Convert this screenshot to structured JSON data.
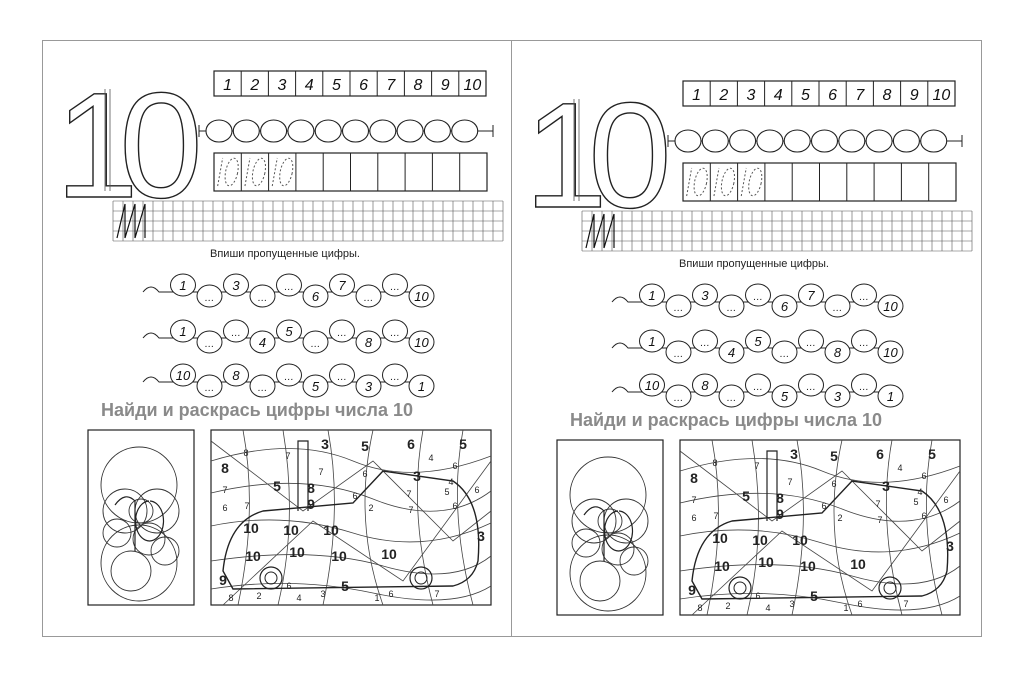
{
  "pages": [
    {
      "side": "left"
    },
    {
      "side": "right"
    }
  ],
  "big_number": "10",
  "number_strip": [
    "1",
    "2",
    "3",
    "4",
    "5",
    "6",
    "7",
    "8",
    "9",
    "10"
  ],
  "instruction": "Впиши пропущенные цифры.",
  "chains": [
    [
      "1",
      "…",
      "3",
      "…",
      "…",
      "6",
      "7",
      "…",
      "…",
      "10"
    ],
    [
      "1",
      "…",
      "…",
      "4",
      "5",
      "…",
      "…",
      "8",
      "…",
      "10"
    ],
    [
      "10",
      "…",
      "8",
      "…",
      "…",
      "5",
      "…",
      "3",
      "…",
      "1"
    ]
  ],
  "heading": "Найди и раскрась цифры числа 10",
  "mosaic_numbers": [
    {
      "v": "3",
      "big": true
    },
    {
      "v": "5",
      "big": true
    },
    {
      "v": "6",
      "big": true
    },
    {
      "v": "5",
      "big": true
    },
    {
      "v": "8",
      "big": false
    },
    {
      "v": "7",
      "big": false
    },
    {
      "v": "4",
      "big": false
    },
    {
      "v": "6",
      "big": false
    },
    {
      "v": "8",
      "big": true
    },
    {
      "v": "7",
      "big": false
    },
    {
      "v": "6",
      "big": false
    },
    {
      "v": "3",
      "big": true
    },
    {
      "v": "4",
      "big": false
    },
    {
      "v": "7",
      "big": false
    },
    {
      "v": "5",
      "big": true
    },
    {
      "v": "8",
      "big": true
    },
    {
      "v": "6",
      "big": false
    },
    {
      "v": "7",
      "big": false
    },
    {
      "v": "5",
      "big": false
    },
    {
      "v": "6",
      "big": false
    },
    {
      "v": "6",
      "big": false
    },
    {
      "v": "7",
      "big": false
    },
    {
      "v": "9",
      "big": true
    },
    {
      "v": "2",
      "big": false
    },
    {
      "v": "7",
      "big": false
    },
    {
      "v": "6",
      "big": false
    },
    {
      "v": "10",
      "big": true
    },
    {
      "v": "10",
      "big": true
    },
    {
      "v": "10",
      "big": true
    },
    {
      "v": "3",
      "big": true
    },
    {
      "v": "10",
      "big": true
    },
    {
      "v": "10",
      "big": true
    },
    {
      "v": "10",
      "big": true
    },
    {
      "v": "10",
      "big": true
    },
    {
      "v": "9",
      "big": true
    },
    {
      "v": "6",
      "big": false
    },
    {
      "v": "5",
      "big": true
    },
    {
      "v": "6",
      "big": false
    },
    {
      "v": "7",
      "big": false
    },
    {
      "v": "8",
      "big": false
    },
    {
      "v": "2",
      "big": false
    },
    {
      "v": "4",
      "big": false
    },
    {
      "v": "3",
      "big": false
    },
    {
      "v": "1",
      "big": false
    }
  ]
}
